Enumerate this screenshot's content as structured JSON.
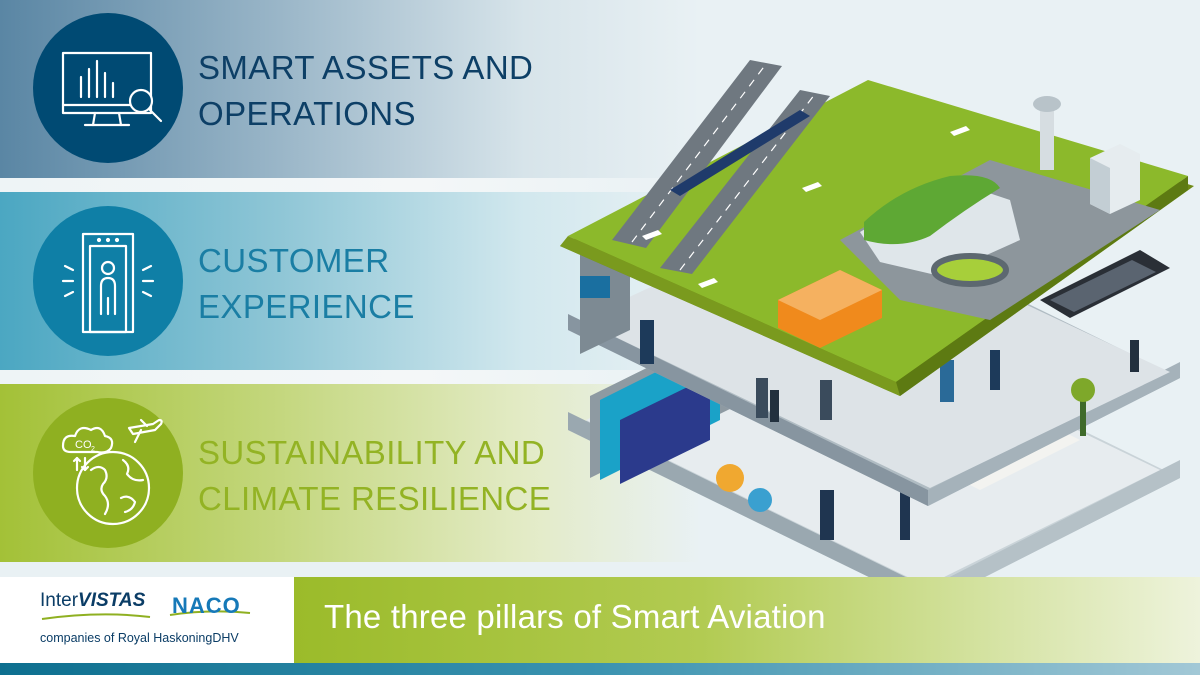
{
  "pillars": [
    {
      "line1": "SMART ASSETS AND",
      "line2": "OPERATIONS",
      "icon": "monitor-analytics-icon",
      "color": "#004a73"
    },
    {
      "line1": "CUSTOMER",
      "line2": "EXPERIENCE",
      "icon": "security-scanner-icon",
      "color": "#0f7fa6"
    },
    {
      "line1": "SUSTAINABILITY AND",
      "line2": "CLIMATE RESILIENCE",
      "icon": "globe-co2-plane-icon",
      "color": "#8fb021"
    }
  ],
  "footer": {
    "caption": "The three pillars of Smart Aviation",
    "logo_intervistas_a": "Inter",
    "logo_intervistas_b": "VISTAS",
    "logo_naco": "NACO",
    "logo_subtitle": "companies of Royal HaskoningDHV"
  },
  "colors": {
    "navy": "#004a73",
    "teal": "#0f7fa6",
    "green": "#8fb021",
    "footer_green": "#9bbb2a"
  }
}
